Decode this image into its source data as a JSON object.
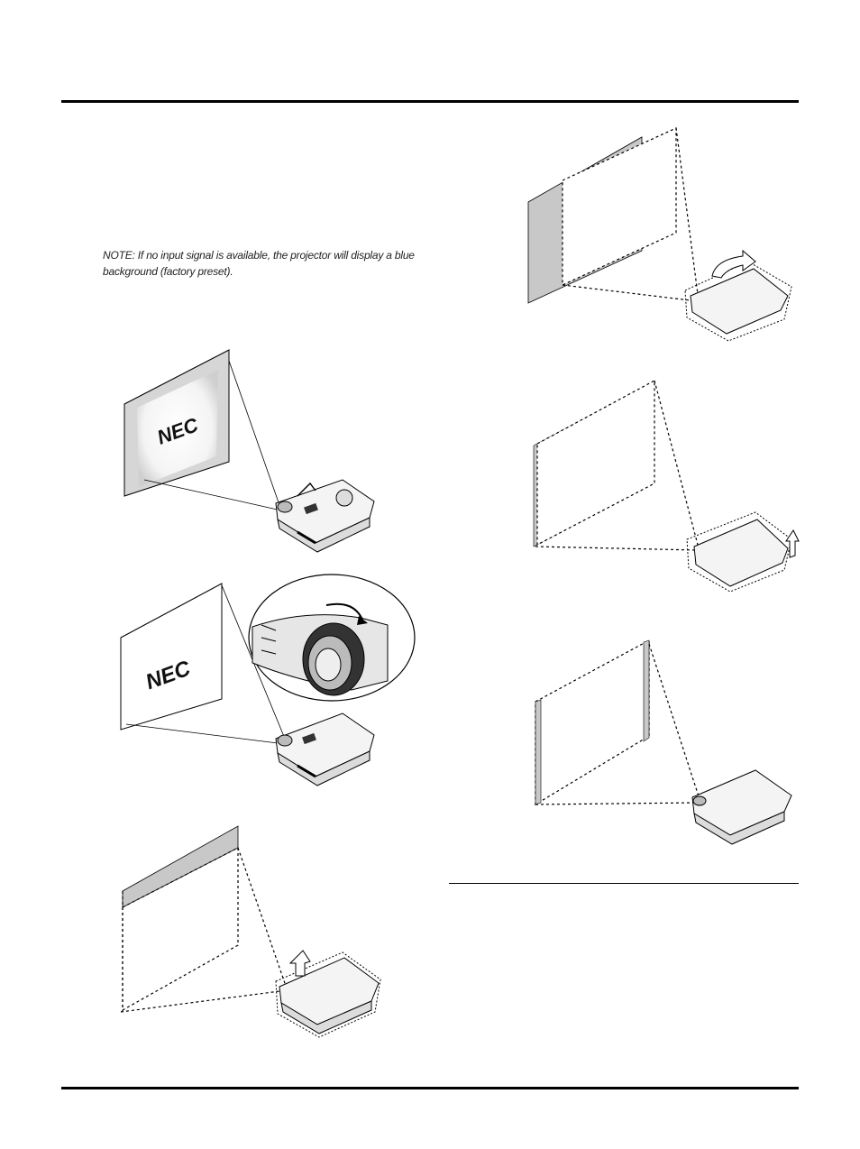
{
  "note": "NOTE: If no input signal is available, the projector will display a blue background (factory preset).",
  "figures": {
    "screen_logo_1": "NEC",
    "screen_logo_2": "NEC"
  },
  "colors": {
    "ink": "#000000",
    "shade": "#c8c8c8",
    "body": "#f4f4f4"
  }
}
